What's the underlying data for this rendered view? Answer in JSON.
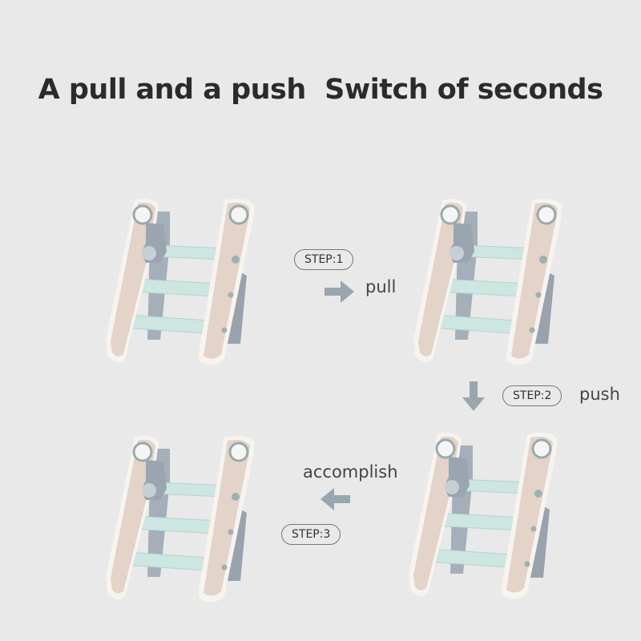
{
  "title": "A pull and a push  Switch of seconds",
  "steps": [
    {
      "label": "STEP:1",
      "action": "pull",
      "arrow": "right"
    },
    {
      "label": "STEP:2",
      "action": "push",
      "arrow": "down"
    },
    {
      "label": "STEP:3",
      "action": "accomplish",
      "arrow": "left"
    }
  ],
  "colors": {
    "background": "#e9e9e9",
    "arrow": "#98a6ae",
    "panel": "#e3d3c8",
    "tread": "#cfe6e1",
    "leg": "#9aa5b1"
  }
}
